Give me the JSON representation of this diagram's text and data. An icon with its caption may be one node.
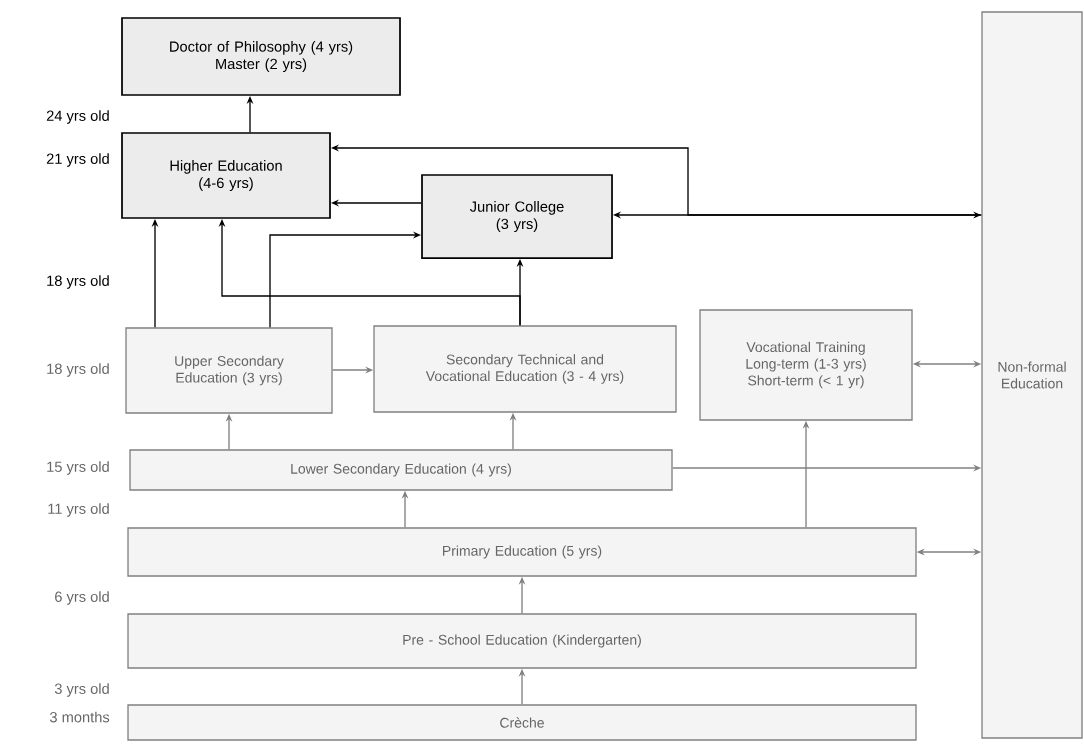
{
  "diagram": {
    "nodes": [
      {
        "text": [
          "Doctor of Philosophy (4 yrs)",
          "Master (2 yrs)"
        ]
      },
      {
        "text": [
          "Higher Education (4-6 yrs)"
        ]
      },
      {
        "text": [
          "Junior College (3 yrs)"
        ]
      },
      {
        "text": [
          "Non-formal Education"
        ]
      },
      {
        "text": [
          "Upper Secondary Education (3 yrs)"
        ]
      },
      {
        "text": [
          "Secondary Technical and Vocational Education (3 - 4 yrs)"
        ]
      },
      {
        "text": [
          "Vocational Training",
          "Long-term (1-3 yrs)",
          "Short-term  (< 1 yr)"
        ]
      },
      {
        "text": [
          "Lower Secondary Education (4 yrs)"
        ]
      },
      {
        "text": [
          "Primary Education (5 yrs)"
        ]
      },
      {
        "text": [
          "Pre - School Education (Kindergarten)"
        ]
      },
      {
        "text": [
          "Crèche"
        ]
      }
    ],
    "edges": [
      {
        "from": 1,
        "to": 0,
        "arrow": "to",
        "color": "#000000"
      },
      {
        "from": 2,
        "to": 1,
        "arrow": "to",
        "color": "#000000"
      },
      {
        "from": 2,
        "to": 3,
        "arrow": "both",
        "color": "#000000"
      },
      {
        "from": 3,
        "to": 1,
        "arrow": "to",
        "color": "#000000"
      },
      {
        "from": 4,
        "to": 1,
        "arrow": "to",
        "color": "#000000"
      },
      {
        "from": 4,
        "to": 2,
        "arrow": "to",
        "color": "#000000"
      },
      {
        "from": 5,
        "to": 2,
        "arrow": "to",
        "color": "#000000"
      },
      {
        "from": 5,
        "to": 1,
        "arrow": "to",
        "color": "#000000"
      },
      {
        "from": 4,
        "to": 5,
        "arrow": "to"
      },
      {
        "from": 7,
        "to": 4,
        "arrow": "to"
      },
      {
        "from": 7,
        "to": 5,
        "arrow": "to"
      },
      {
        "from": 7,
        "to": 3,
        "arrow": "to"
      },
      {
        "from": 6,
        "to": 3,
        "arrow": "both"
      },
      {
        "from": 8,
        "to": 7,
        "arrow": "to"
      },
      {
        "from": 8,
        "to": 6,
        "arrow": "to"
      },
      {
        "from": 8,
        "to": 3,
        "arrow": "both"
      },
      {
        "from": 9,
        "to": 8,
        "arrow": "to"
      },
      {
        "from": 10,
        "to": 9,
        "arrow": "to"
      }
    ],
    "labels": [
      "24 yrs old",
      "21 yrs old",
      "18 yrs old",
      "18 yrs old",
      "15 yrs old",
      "11 yrs old",
      "6 yrs old",
      "3 yrs old",
      "3 months"
    ]
  }
}
